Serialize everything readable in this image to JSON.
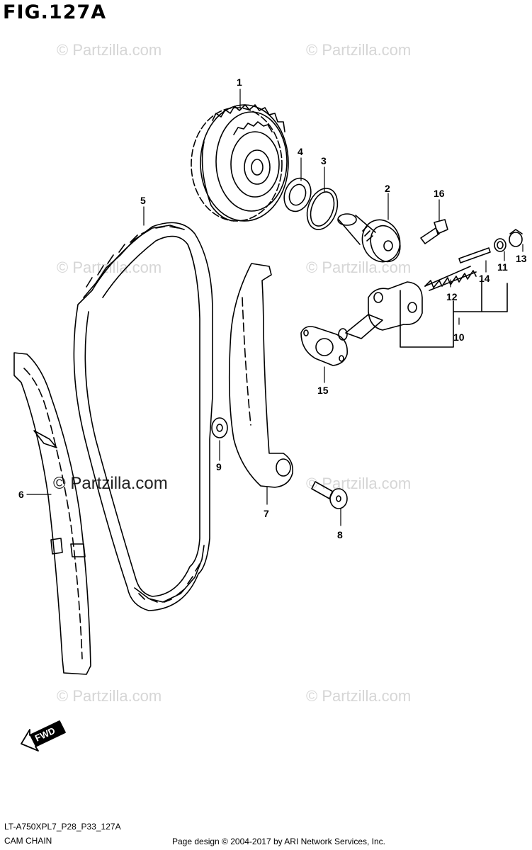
{
  "figure": {
    "title": "FIG.127A",
    "code": "LT-A750XPL7_P28_P33_127A",
    "name": "CAM CHAIN",
    "copyright": "Page design © 2004-2017 by ARI Network Services, Inc."
  },
  "watermark": {
    "text": "© Partzilla.com"
  },
  "direction": {
    "label": "FWD"
  },
  "callouts": [
    {
      "id": "c1",
      "text": "1"
    },
    {
      "id": "c2",
      "text": "2"
    },
    {
      "id": "c3",
      "text": "3"
    },
    {
      "id": "c4",
      "text": "4"
    },
    {
      "id": "c5",
      "text": "5"
    },
    {
      "id": "c6",
      "text": "6"
    },
    {
      "id": "c7",
      "text": "7"
    },
    {
      "id": "c8",
      "text": "8"
    },
    {
      "id": "c9",
      "text": "9"
    },
    {
      "id": "c10",
      "text": "10"
    },
    {
      "id": "c11",
      "text": "11"
    },
    {
      "id": "c12",
      "text": "12"
    },
    {
      "id": "c13",
      "text": "13"
    },
    {
      "id": "c14",
      "text": "14"
    },
    {
      "id": "c15",
      "text": "15"
    },
    {
      "id": "c16",
      "text": "16"
    }
  ],
  "colors": {
    "line": "#000000",
    "watermark": "#d6d6d6"
  }
}
